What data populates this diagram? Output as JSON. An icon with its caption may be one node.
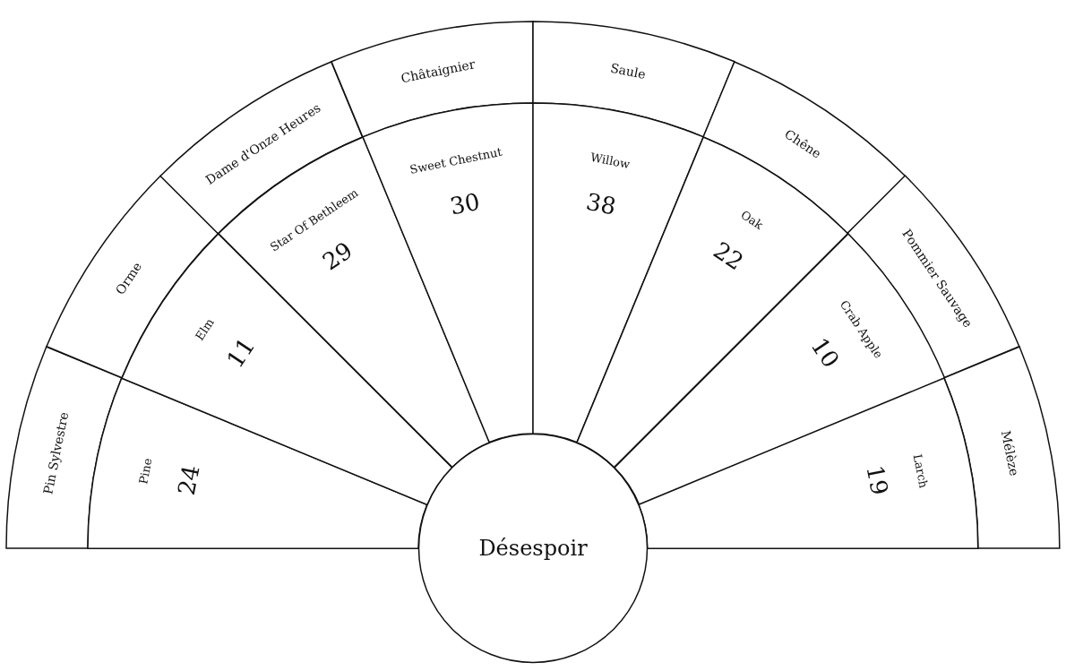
{
  "diagram": {
    "nodes": [
      {
        "text": [
          "Pin Sylvestre"
        ]
      },
      {
        "text": [
          "Pine",
          "24"
        ]
      },
      {
        "text": [
          "Orme"
        ]
      },
      {
        "text": [
          "Elm",
          "11"
        ]
      },
      {
        "text": [
          "Dame d'Onze Heures"
        ]
      },
      {
        "text": [
          "Star Of Bethleem",
          "29"
        ]
      },
      {
        "text": [
          "Châtaignier"
        ]
      },
      {
        "text": [
          "Sweet Chestnut",
          "30"
        ]
      },
      {
        "text": [
          "Saule"
        ]
      },
      {
        "text": [
          "Willow",
          "38"
        ]
      },
      {
        "text": [
          "Chêne"
        ]
      },
      {
        "text": [
          "Oak",
          "22"
        ]
      },
      {
        "text": [
          "Pommier Sauvage"
        ]
      },
      {
        "text": [
          "Crab Apple",
          "10"
        ]
      },
      {
        "text": [
          "Mélèze"
        ]
      },
      {
        "text": [
          "Larch",
          "19"
        ]
      },
      {
        "text": [
          "Désespoir"
        ]
      }
    ]
  }
}
